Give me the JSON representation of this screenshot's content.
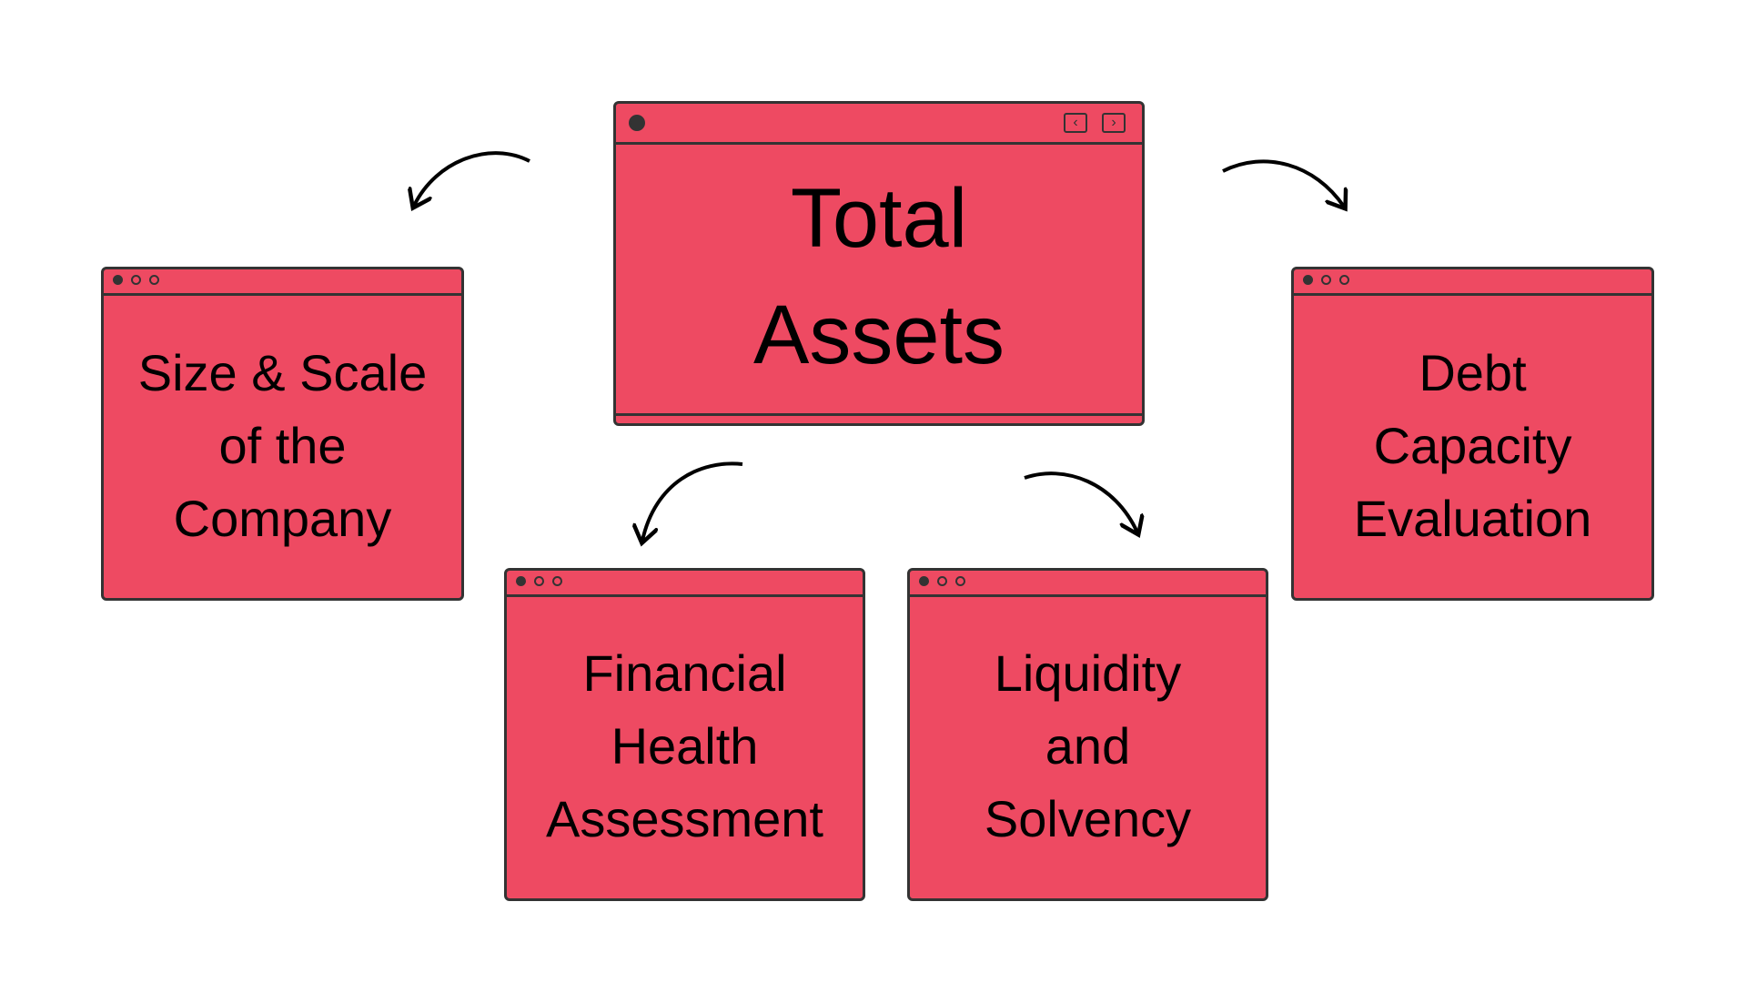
{
  "diagram": {
    "center": {
      "lines": [
        "Total",
        "Assets"
      ],
      "nav_prev_icon": "chevron-left",
      "nav_next_icon": "chevron-right"
    },
    "nodes": [
      {
        "id": "size-scale",
        "lines": [
          "Size & Scale",
          "of the",
          "Company"
        ]
      },
      {
        "id": "financial-health",
        "lines": [
          "Financial",
          "Health",
          "Assessment"
        ]
      },
      {
        "id": "liquidity-solvency",
        "lines": [
          "Liquidity",
          "and",
          "Solvency"
        ]
      },
      {
        "id": "debt-capacity",
        "lines": [
          "Debt",
          "Capacity",
          "Evaluation"
        ]
      }
    ],
    "colors": {
      "box_fill": "#ee4a62",
      "outline": "#333333",
      "text": "#000000"
    }
  }
}
